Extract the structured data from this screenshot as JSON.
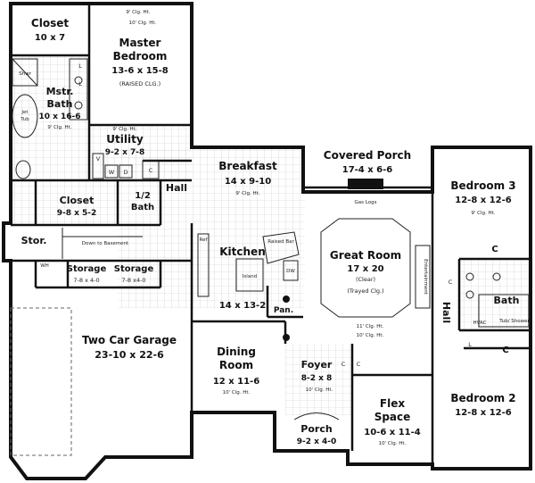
{
  "rooms": {
    "closet_top": {
      "name": "Closet",
      "size": "10 x 7"
    },
    "master_bedroom": {
      "name_line1": "Master",
      "name_line2": "Bedroom",
      "size": "13-6 x 15-8",
      "note": "(RAISED CLG.)",
      "ceiling1": "9' Clg. Ht.",
      "ceiling2": "10' Clg. Ht."
    },
    "master_bath": {
      "name_line1": "Mstr.",
      "name_line2": "Bath",
      "size": "10 x 16-6",
      "ceiling": "9' Clg. Ht.",
      "shower": "Shwr",
      "tub_line1": "Jet",
      "tub_line2": "Tub"
    },
    "utility": {
      "name": "Utility",
      "size": "9-2 x 7-8",
      "ceiling": "9' Clg. Ht.",
      "w": "W",
      "d": "D",
      "v": "V",
      "c": "C"
    },
    "closet_mid": {
      "name": "Closet",
      "size": "9-8 x 5-2"
    },
    "half_bath": {
      "name_line1": "1/2",
      "name_line2": "Bath"
    },
    "hall_left": "Hall",
    "stor": "Stor.",
    "stairs_note": "Down to Basement",
    "storage_left": {
      "name": "Storage",
      "size": "7-8 x 4-0",
      "wh": "WH"
    },
    "storage_right": {
      "name": "Storage",
      "size": "7-8 x4-0"
    },
    "garage": {
      "name": "Two Car Garage",
      "size": "23-10 x 22-6"
    },
    "breakfast": {
      "name": "Breakfast",
      "size": "14 x 9-10",
      "ceiling": "9' Clg. Ht."
    },
    "kitchen": {
      "name": "Kitchen",
      "size": "14 x 13-2",
      "island": "Island",
      "raised_bar": "Raised Bar",
      "ref": "Ref",
      "dw": "DW",
      "pantry": "Pan."
    },
    "dining": {
      "name_line1": "Dining",
      "name_line2": "Room",
      "size": "12 x 11-6",
      "ceiling": "10' Clg. Ht."
    },
    "covered_porch": {
      "name": "Covered Porch",
      "size": "17-4 x 6-6"
    },
    "great_room": {
      "name": "Great Room",
      "size": "17 x 20",
      "note1": "(Clear)",
      "note2": "(Trayed Clg.)",
      "ceiling1": "11' Clg. Ht.",
      "ceiling2": "10' Clg. Ht.",
      "gas_logs": "Gas Logs",
      "entertainment": "Entertainment"
    },
    "foyer": {
      "name": "Foyer",
      "size": "8-2 x 8",
      "ceiling": "10' Clg. Ht.",
      "c1": "C",
      "c2": "C"
    },
    "porch": {
      "name": "Porch",
      "size": "9-2 x 4-0"
    },
    "flex": {
      "name_line1": "Flex",
      "name_line2": "Space",
      "size": "10-6 x 11-4",
      "ceiling": "10' Clg. Ht."
    },
    "bedroom3": {
      "name": "Bedroom 3",
      "size": "12-8 x 12-6",
      "ceiling": "9' Clg. Ht."
    },
    "bedroom2": {
      "name": "Bedroom 2",
      "size": "12-8 x 12-6"
    },
    "bath_right": {
      "name": "Bath",
      "hvac": "HVAC",
      "tub": "Tub/ Shower",
      "c": "C"
    },
    "hall_right": "Hall",
    "closet_c_b3": "C",
    "closet_c_b2": "C",
    "linen_l1": "L",
    "linen_l2": "L",
    "linen_l3": "L"
  }
}
